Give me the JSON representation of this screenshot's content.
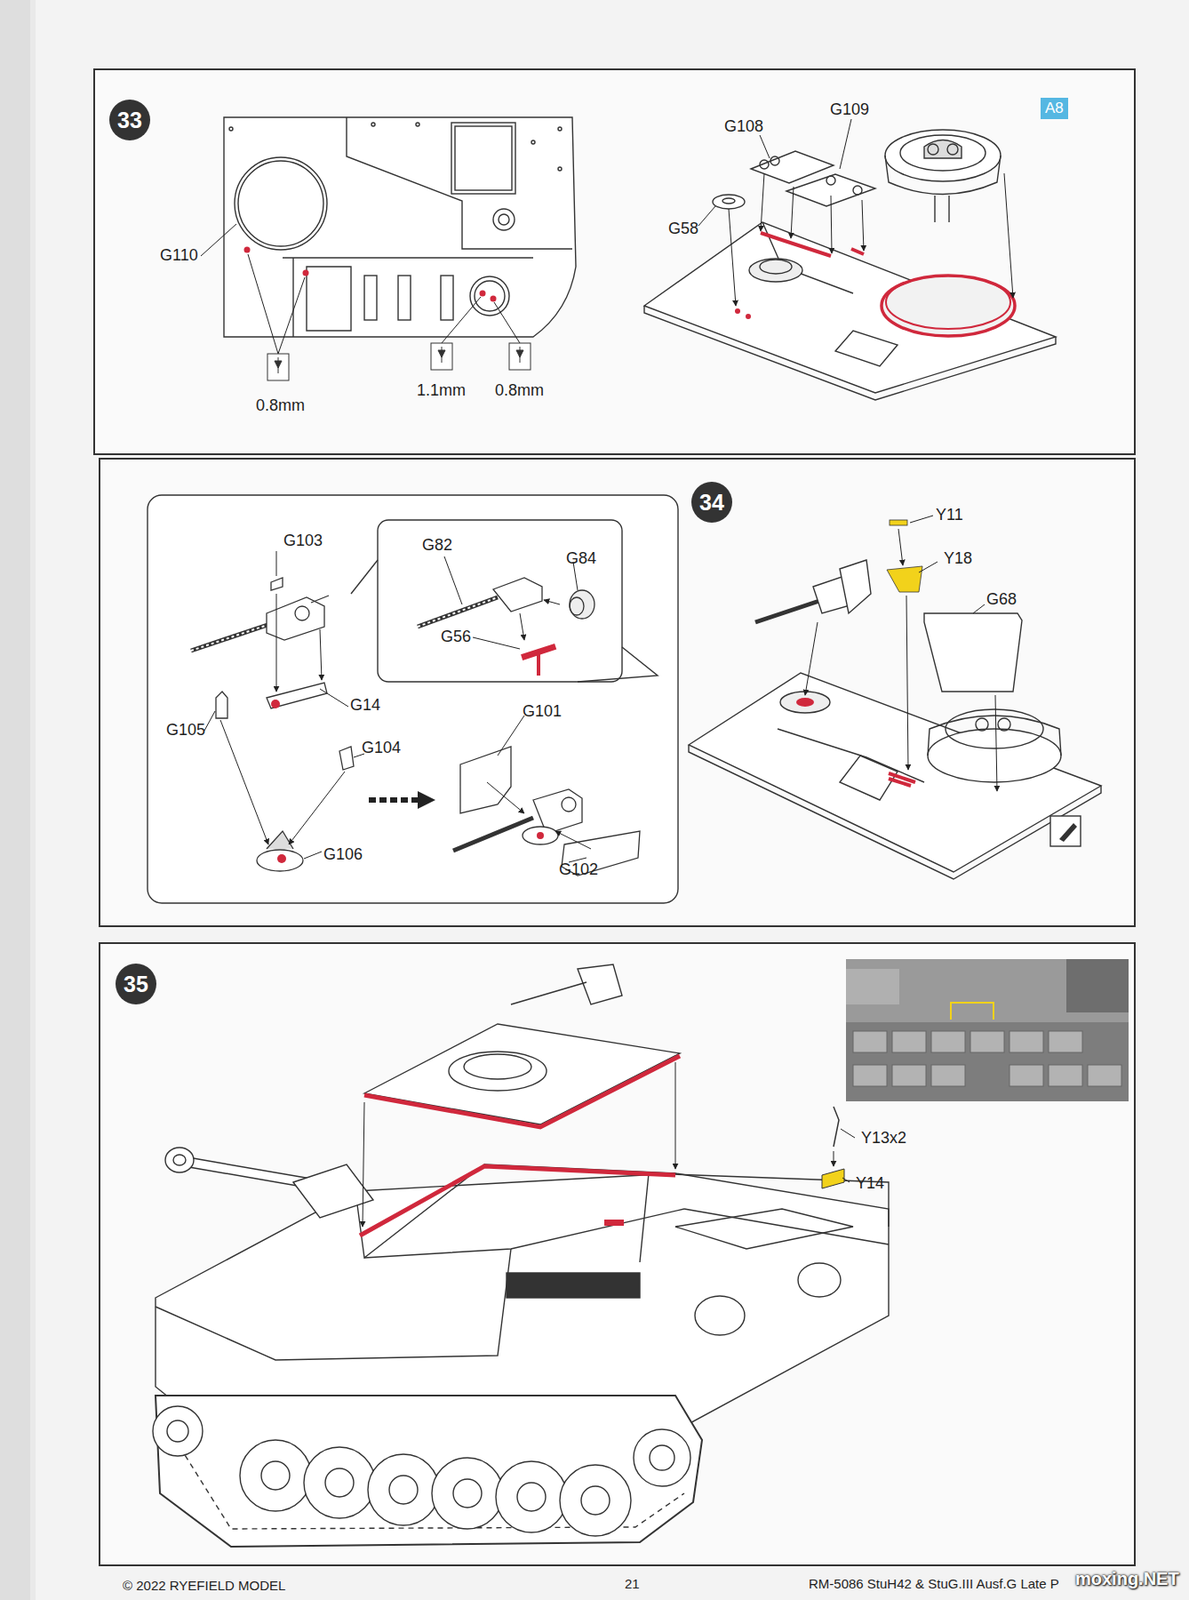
{
  "diagram": {
    "nodes": [
      {
        "text": [
          "33"
        ]
      },
      {
        "text": [
          "A8"
        ]
      },
      {
        "text": [
          "34"
        ]
      },
      {
        "text": [
          "35"
        ]
      }
    ],
    "labels": [
      "G110",
      "0.8mm",
      "1.1mm",
      "0.8mm",
      "G108",
      "G109",
      "G58",
      "G103",
      "G82",
      "G84",
      "G56",
      "G14",
      "G105",
      "G104",
      "G106",
      "G101",
      "G102",
      "Y11",
      "Y18",
      "G68",
      "Y13x2",
      "Y14",
      "© 2022 RYEFIELD MODEL",
      "21",
      "RM-5086 StuH42 & StuG.III Ausf.G Late P",
      "moxing.NET"
    ]
  }
}
